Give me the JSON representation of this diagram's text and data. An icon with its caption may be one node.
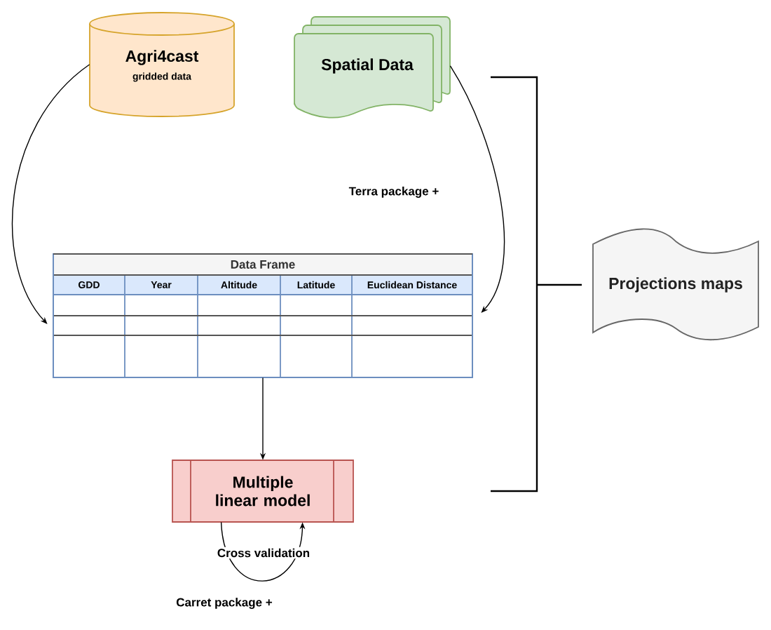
{
  "diagram": {
    "nodes": [
      {
        "text": [
          "Agri4cast",
          "gridded data"
        ]
      },
      {
        "text": [
          "Spatial Data"
        ]
      },
      {
        "text": [
          "Data Frame"
        ]
      },
      {
        "text": [
          "Multiple linear model"
        ]
      },
      {
        "text": [
          "Projections maps"
        ]
      }
    ],
    "edges": [
      {
        "from": 0,
        "to": 2,
        "arrow": "to"
      },
      {
        "from": 1,
        "to": 2,
        "arrow": "to"
      },
      {
        "from": 2,
        "to": 3,
        "arrow": "to"
      },
      {
        "from": 3,
        "to": 3,
        "arrow": "to",
        "label": "Cross validation"
      }
    ],
    "labels": [
      "Terra package +",
      "GDD",
      "Year",
      "Altitude",
      "Latitude",
      "Euclidean Distance",
      "Carret package +"
    ]
  }
}
